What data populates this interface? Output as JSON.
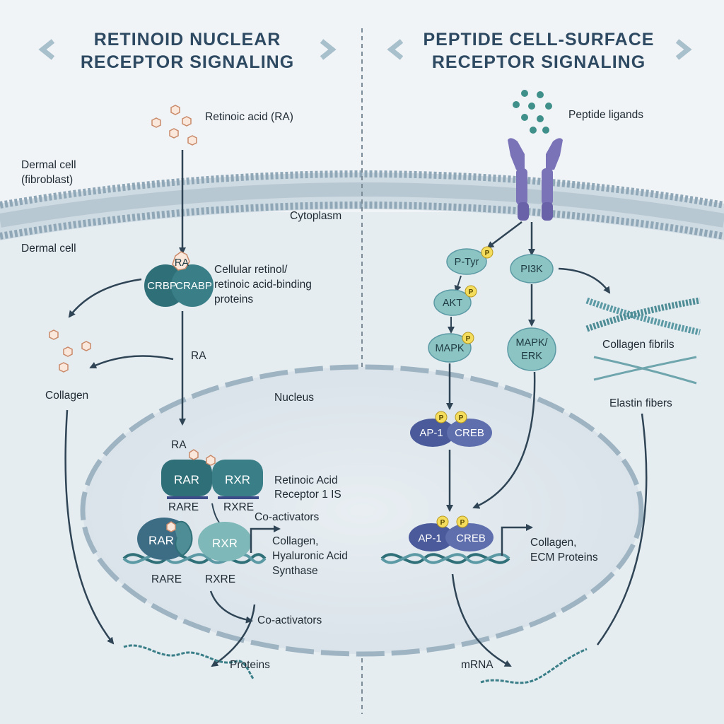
{
  "left": {
    "title_line1": "RETINOID NUCLEAR",
    "title_line2": "RECEPTOR SIGNALING",
    "retinoic_acid_label": "Retinoic acid (RA)",
    "dermal_cell_line1": "Dermal cell",
    "dermal_cell_line2": "(fibroblast)",
    "dermal_cell_inner": "Dermal cell",
    "cytoplasm": "Cytoplasm",
    "ra_badge": "RA",
    "crbp": "CRBP",
    "crabp": "CRABP",
    "binding_line1": "Cellular retinol/",
    "binding_line2": "retinoic acid-binding",
    "binding_line3": "proteins",
    "ra_arrow_label": "RA",
    "collagen": "Collagen",
    "nucleus": "Nucleus",
    "ra_nucleus": "RA",
    "rar_top": "RAR",
    "rxr_top": "RXR",
    "rare_top": "RARE",
    "rxre_top": "RXRE",
    "receptor_line1": "Retinoic Acid",
    "receptor_line2": "Receptor 1 IS",
    "coactivators_top": "Co-activators",
    "rar_bottom": "RAR",
    "rxr_bottom": "RXR",
    "target_line1": "Collagen,",
    "target_line2": "Hyaluronic Acid",
    "target_line3": "Synthase",
    "rare_bottom": "RARE",
    "rxre_bottom": "RXRE",
    "coactivators_bottom": "Co-activators",
    "proteins": "Proteins"
  },
  "right": {
    "title_line1": "PEPTIDE CELL-SURFACE",
    "title_line2": "RECEPTOR SIGNALING",
    "peptide_ligands": "Peptide ligands",
    "ptyr": "P-Tyr",
    "pi3k": "PI3K",
    "akt": "AKT",
    "mapk": "MAPK",
    "mapk_erk_line1": "MAPK/",
    "mapk_erk_line2": "ERK",
    "collagen_fibrils": "Collagen fibrils",
    "elastin_fibers": "Elastin fibers",
    "ap1_top": "AP-1",
    "creb_top": "CREB",
    "ap1_bottom": "AP-1",
    "creb_bottom": "CREB",
    "target_line1": "Collagen,",
    "target_line2": "ECM Proteins",
    "mrna": "mRNA"
  },
  "phospho_marker": "P",
  "colors": {
    "teal_dark": "#2f6f78",
    "teal_light": "#8cc4c4",
    "purple": "#7b73b8",
    "navy_node": "#4a5a9a",
    "phospho": "#f4dc5c",
    "arrow": "#2f4556"
  }
}
